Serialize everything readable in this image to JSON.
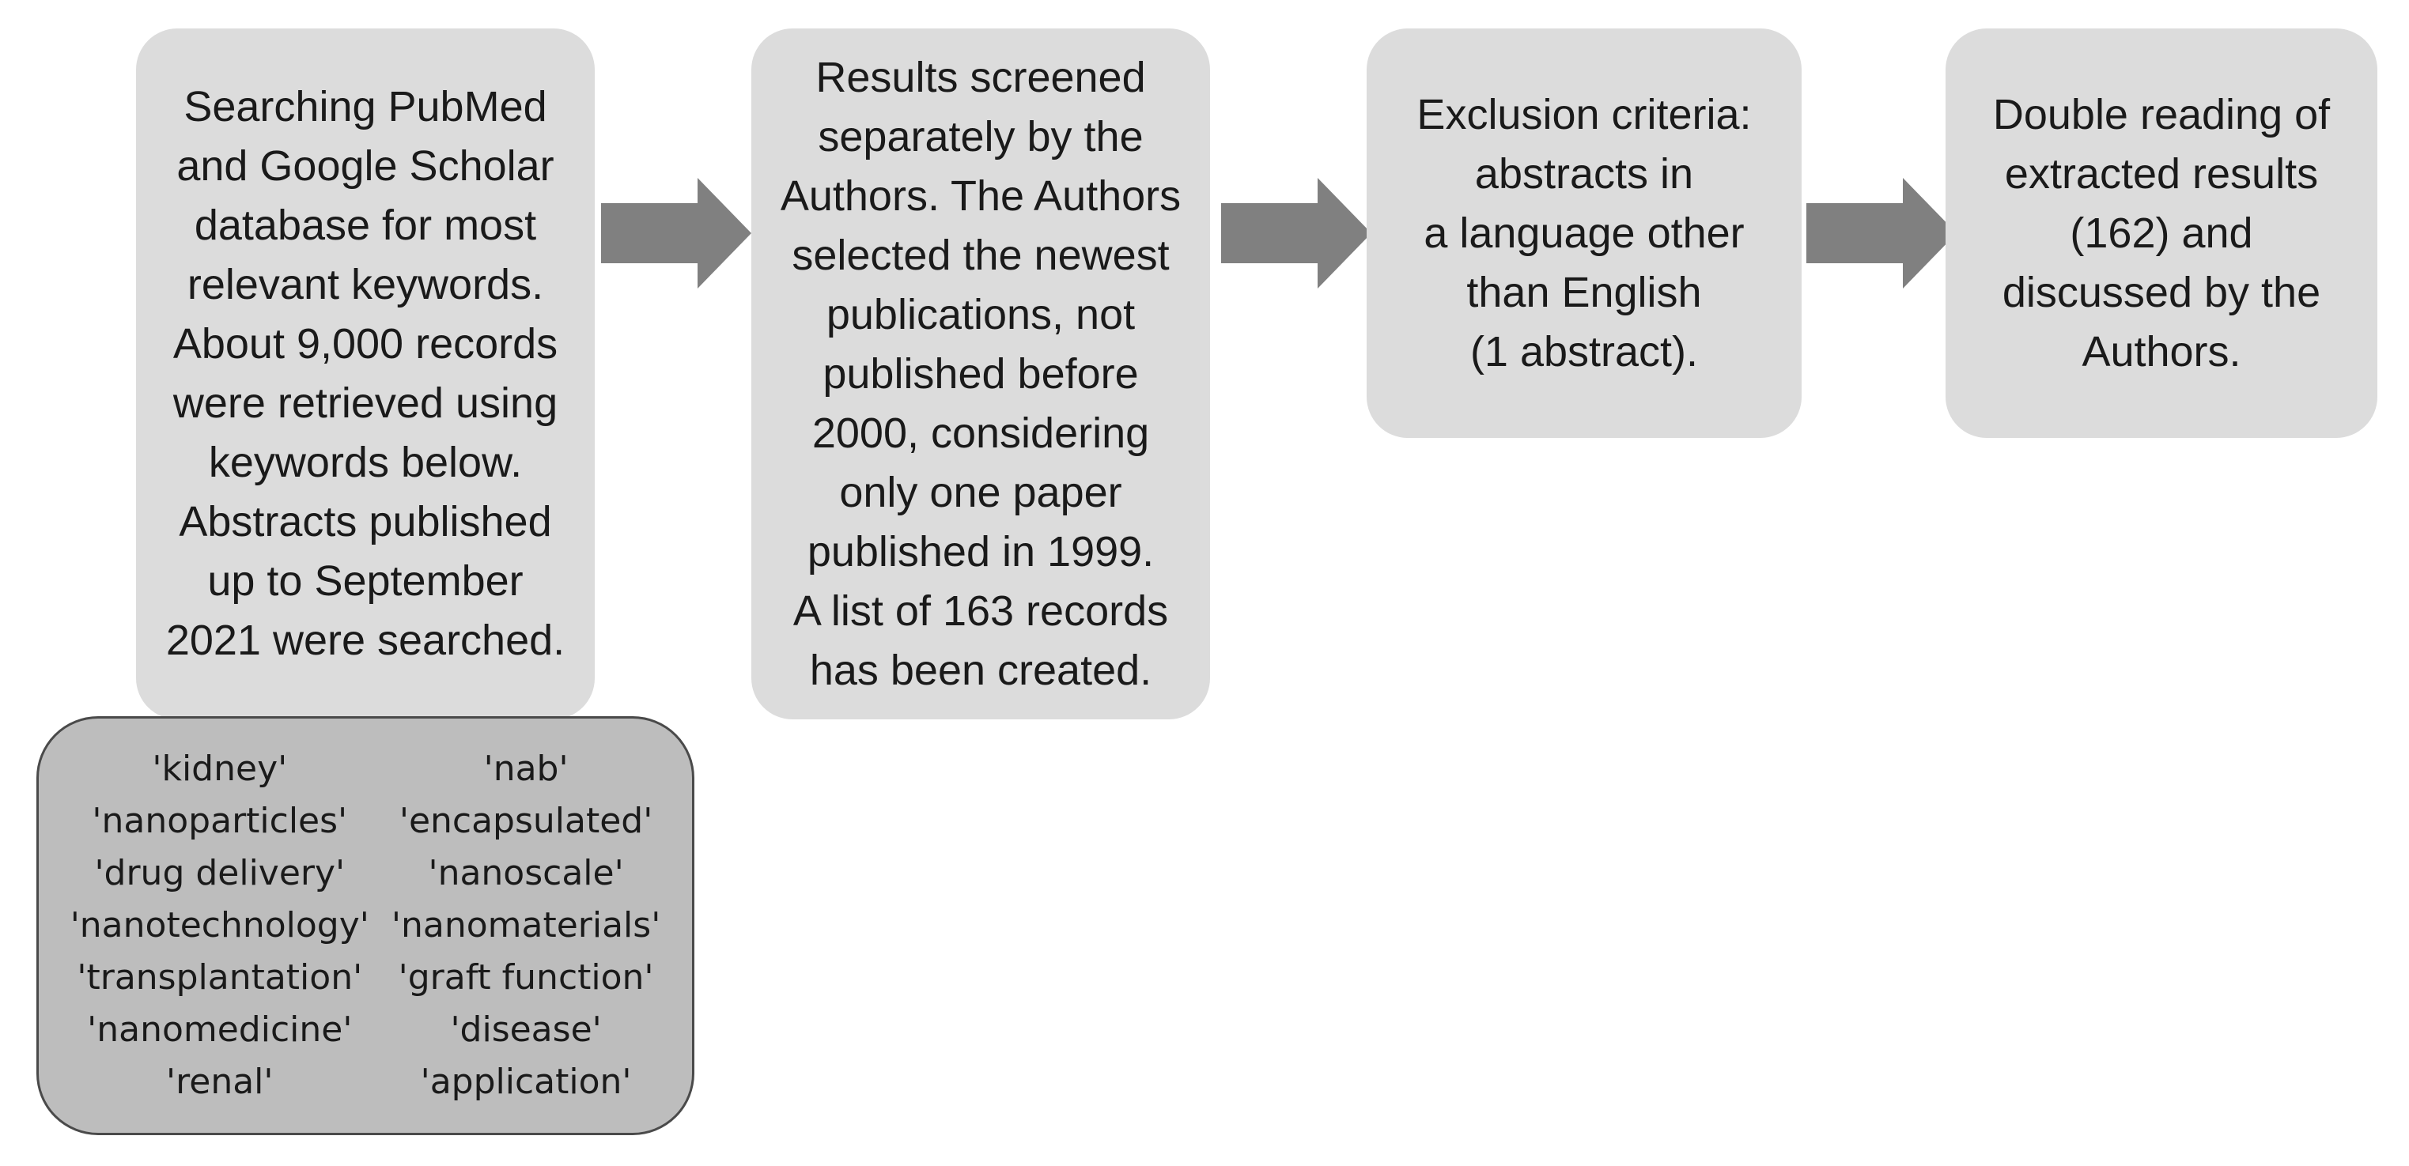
{
  "steps": [
    {
      "text": "Searching PubMed\nand Google Scholar\ndatabase for most\nrelevant keywords.\nAbout 9,000 records\nwere retrieved using\nkeywords below.\nAbstracts published\nup to September\n2021 were searched."
    },
    {
      "text": "Results screened\nseparately by the\nAuthors. The Authors\nselected the newest\npublications, not\npublished before\n2000, considering\nonly one paper\npublished in 1999.\nA list of 163 records\nhas been created."
    },
    {
      "text": "Exclusion criteria:\nabstracts in\na language other\nthan English\n(1 abstract)."
    },
    {
      "text": "Double reading of\nextracted results\n(162) and\ndiscussed by the\nAuthors."
    }
  ],
  "keywords": {
    "left": [
      "'kidney'",
      "'nanoparticles'",
      "'drug delivery'",
      "'nanotechnology'",
      "'transplantation'",
      "'nanomedicine'",
      "'renal'"
    ],
    "right": [
      "'nab'",
      "'encapsulated'",
      "'nanoscale'",
      "'nanomaterials'",
      "'graft function'",
      "'disease'",
      "'application'"
    ]
  },
  "colors": {
    "step_box": "#dcdcdc",
    "keyword_box": "#bdbdbd",
    "keyword_border": "#4a4a4a",
    "arrow": "#808080"
  }
}
